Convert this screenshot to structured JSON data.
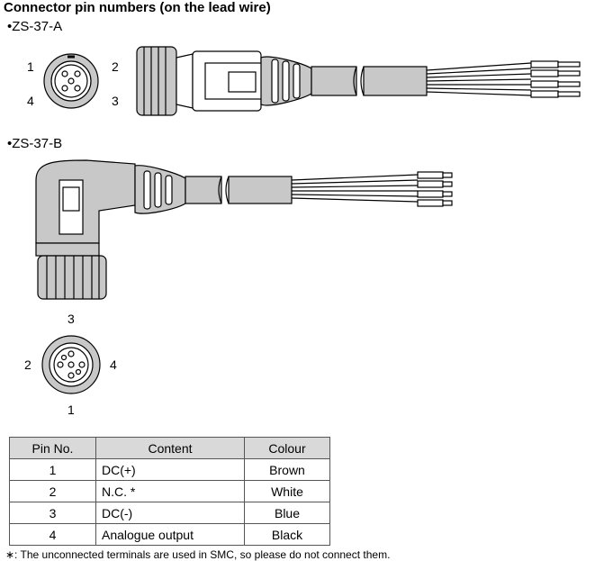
{
  "heading": "Connector pin numbers (on the lead wire)",
  "models": {
    "a": {
      "label": "•ZS-37-A",
      "pins": [
        "1",
        "2",
        "4",
        "3"
      ]
    },
    "b": {
      "label": "•ZS-37-B",
      "pins": [
        "3",
        "2",
        "4",
        "1"
      ]
    }
  },
  "table": {
    "headers": {
      "pin": "Pin No.",
      "content": "Content",
      "colour": "Colour"
    },
    "rows": [
      {
        "pin": "1",
        "content": "DC(+)",
        "colour": "Brown"
      },
      {
        "pin": "2",
        "content": "N.C. *",
        "colour": "White"
      },
      {
        "pin": "3",
        "content": "DC(-)",
        "colour": "Blue"
      },
      {
        "pin": "4",
        "content": "Analogue output",
        "colour": "Black"
      }
    ]
  },
  "footnote": "∗: The unconnected terminals are used in SMC, so please do not connect them."
}
